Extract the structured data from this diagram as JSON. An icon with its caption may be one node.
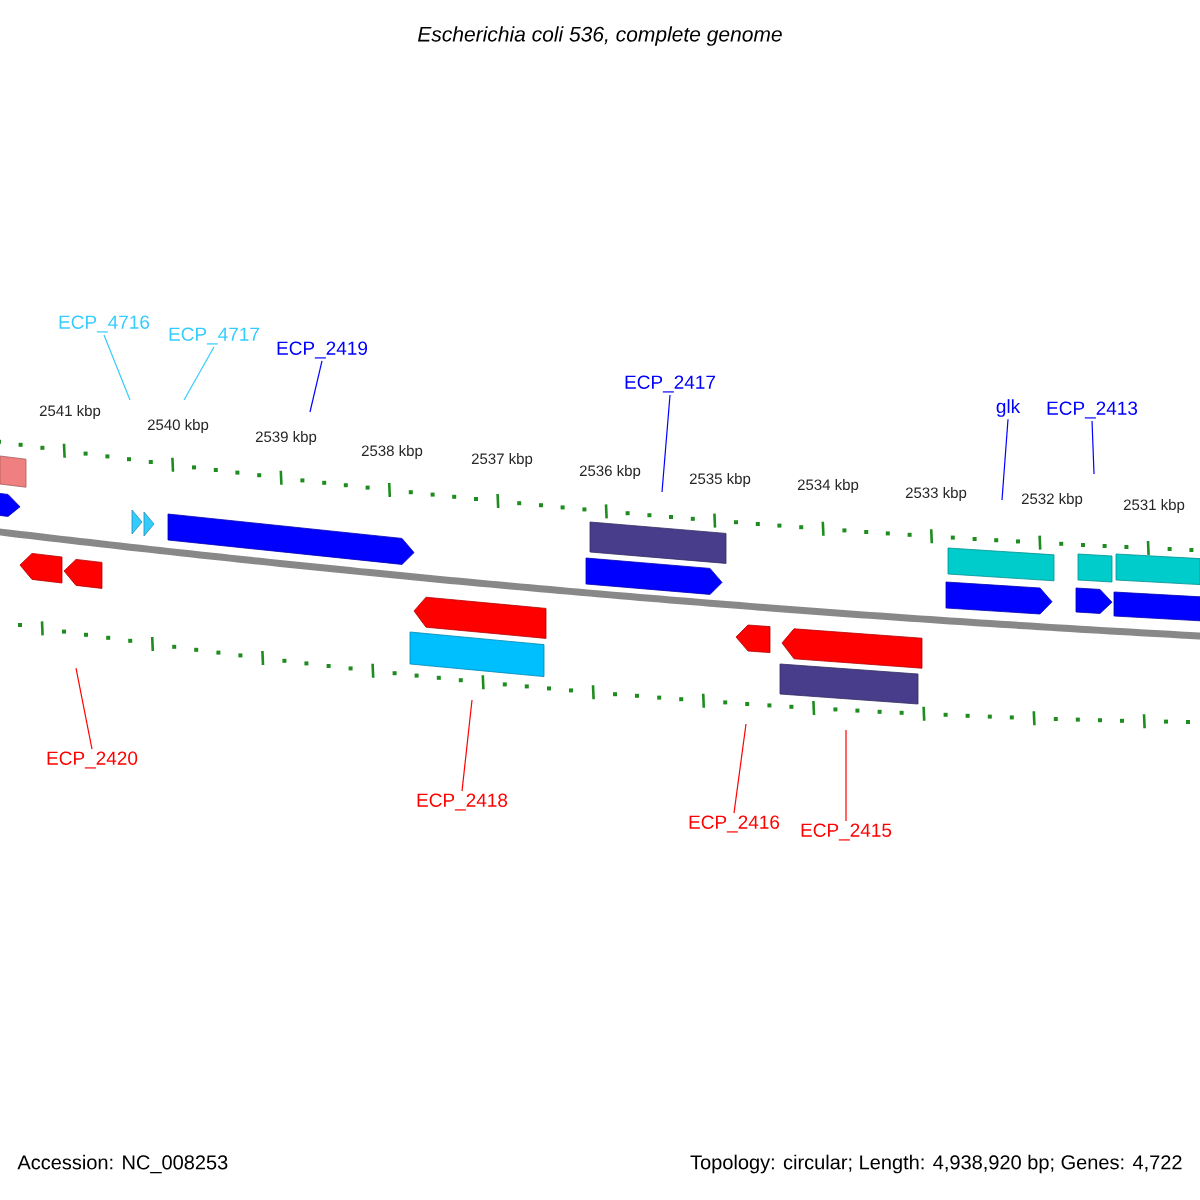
{
  "diagram": {
    "title": "Escherichia coli 536, complete genome",
    "nodes": [
      {
        "text": [
          "ECP_4716"
        ]
      },
      {
        "text": [
          "ECP_4717"
        ]
      },
      {
        "text": [
          "ECP_2419"
        ]
      },
      {
        "text": [
          "ECP_2417"
        ]
      },
      {
        "text": [
          "glk"
        ]
      },
      {
        "text": [
          "ECP_2413"
        ]
      },
      {
        "text": [
          "ECP_2420"
        ]
      },
      {
        "text": [
          "ECP_2418"
        ]
      },
      {
        "text": [
          "ECP_2416"
        ]
      },
      {
        "text": [
          "ECP_2415"
        ]
      }
    ],
    "edges": [
      {
        "from": 0,
        "to": null,
        "arrow": "none",
        "color": "#33ccff"
      },
      {
        "from": 1,
        "to": null,
        "arrow": "none",
        "color": "#33ccff"
      },
      {
        "from": 2,
        "to": null,
        "arrow": "none",
        "color": "#0000ff"
      },
      {
        "from": 3,
        "to": null,
        "arrow": "none",
        "color": "#0000ff"
      },
      {
        "from": 4,
        "to": null,
        "arrow": "none",
        "color": "#0000ff"
      },
      {
        "from": 5,
        "to": null,
        "arrow": "none",
        "color": "#0000ff"
      },
      {
        "from": 6,
        "to": null,
        "arrow": "none",
        "color": "#ff0000"
      },
      {
        "from": 7,
        "to": null,
        "arrow": "none",
        "color": "#ff0000"
      },
      {
        "from": 8,
        "to": null,
        "arrow": "none",
        "color": "#ff0000"
      },
      {
        "from": 9,
        "to": null,
        "arrow": "none",
        "color": "#ff0000"
      }
    ],
    "labels": [
      "2541 kbp",
      "2540 kbp",
      "2539 kbp",
      "2538 kbp",
      "2537 kbp",
      "2536 kbp",
      "2535 kbp",
      "2534 kbp",
      "2533 kbp",
      "2532 kbp",
      "2531 kbp",
      "Accession: NC_008253",
      "Topology: circular; Length: 4,938,920 bp; Genes: 4,722"
    ]
  }
}
